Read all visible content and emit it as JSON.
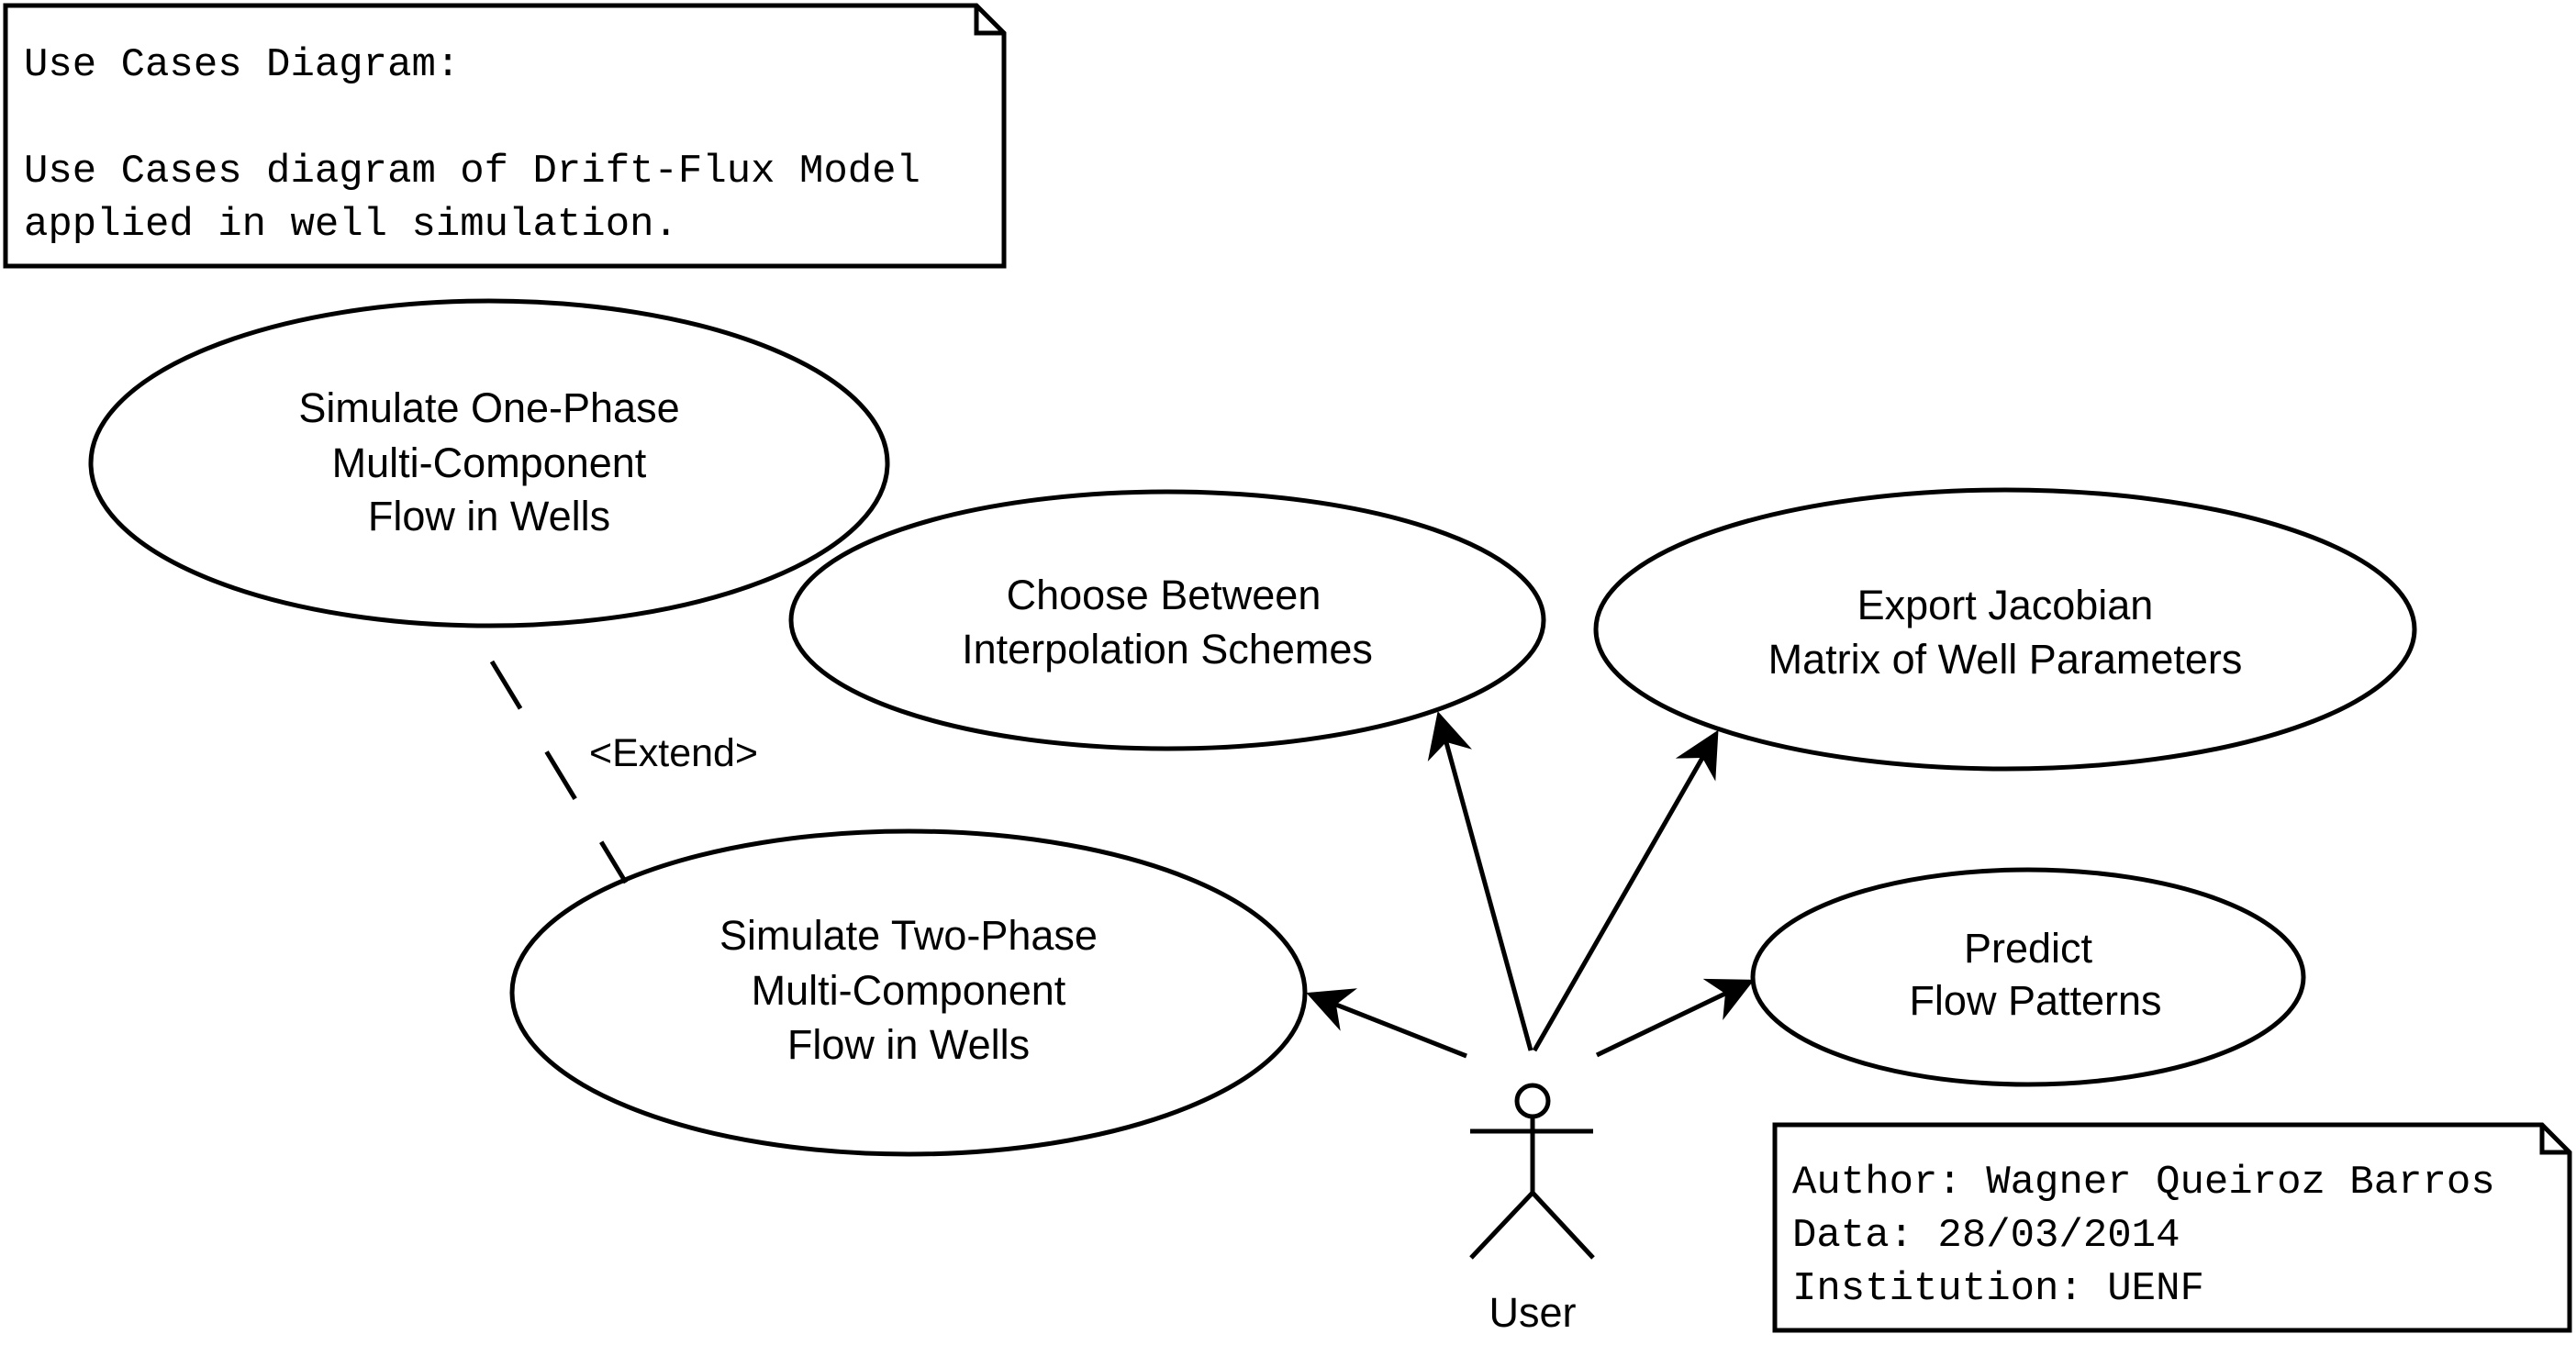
{
  "title_note": {
    "heading": "Use Cases Diagram:",
    "line1": "Use Cases diagram of Drift-Flux Model",
    "line2": "applied in well simulation."
  },
  "use_cases": {
    "one_phase": [
      "Simulate One-Phase",
      "Multi-Component",
      "Flow in Wells"
    ],
    "interpolation": [
      "Choose Between",
      "Interpolation Schemes"
    ],
    "jacobian": [
      "Export Jacobian",
      "Matrix of Well Parameters"
    ],
    "two_phase": [
      "Simulate Two-Phase",
      "Multi-Component",
      "Flow in Wells"
    ],
    "flow_patterns": [
      "Predict",
      "Flow Patterns"
    ]
  },
  "extend_label": "<Extend>",
  "actor": {
    "name": "User"
  },
  "info_note": {
    "author": "Author: Wagner Queiroz Barros",
    "date": "Data: 28/03/2014",
    "institution": "Institution: UENF"
  }
}
